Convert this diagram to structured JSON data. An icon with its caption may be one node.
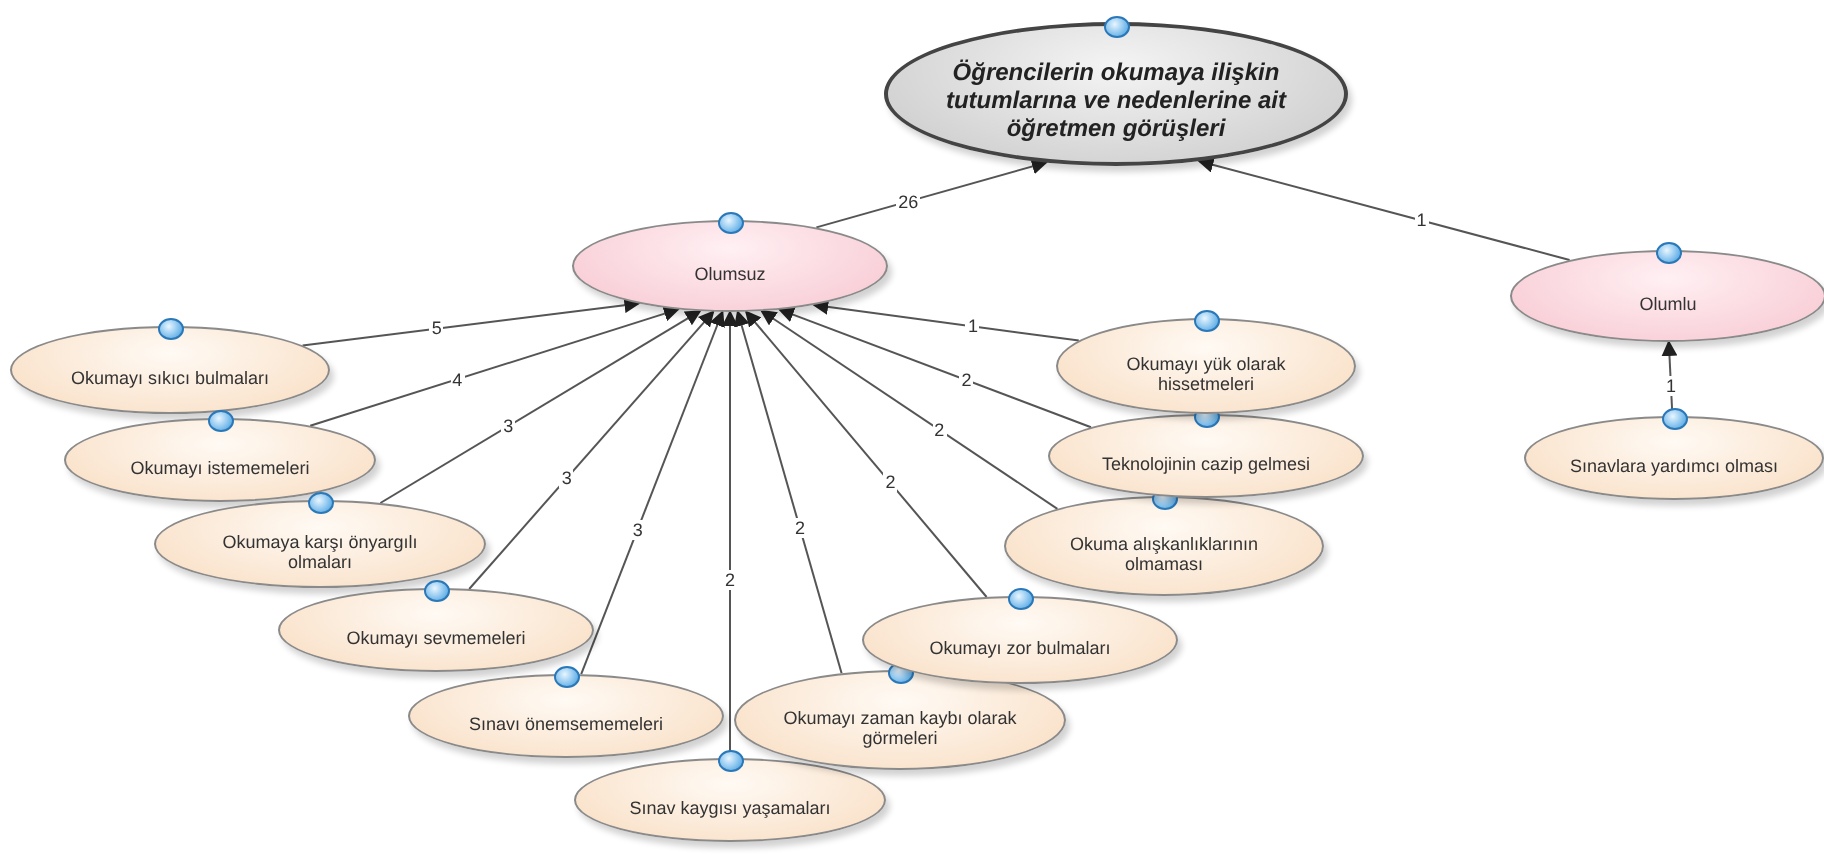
{
  "diagram": {
    "nodes": [
      {
        "text": [
          "Öğrencilerin okumaya ilişkin tutumlarına ve nedenlerine ait öğretmen görüşleri"
        ]
      },
      {
        "text": [
          "Olumsuz"
        ]
      },
      {
        "text": [
          "Olumlu"
        ]
      },
      {
        "text": [
          "Okumayı sıkıcı bulmaları"
        ]
      },
      {
        "text": [
          "Okumayı istememeleri"
        ]
      },
      {
        "text": [
          "Okumaya karşı önyargılı olmaları"
        ]
      },
      {
        "text": [
          "Okumayı sevmemeleri"
        ]
      },
      {
        "text": [
          "Sınavı önemsememeleri"
        ]
      },
      {
        "text": [
          "Sınav kaygısı yaşamaları"
        ]
      },
      {
        "text": [
          "Okumayı zaman kaybı olarak görmeleri"
        ]
      },
      {
        "text": [
          "Okumayı zor bulmaları"
        ]
      },
      {
        "text": [
          "Okuma alışkanlıklarının olmaması"
        ]
      },
      {
        "text": [
          "Teknolojinin cazip gelmesi"
        ]
      },
      {
        "text": [
          "Okumayı yük olarak hissetmeleri"
        ]
      },
      {
        "text": [
          "Sınavlara yardımcı olması"
        ]
      }
    ],
    "edges": [
      {
        "from": 1,
        "to": 0,
        "arrow": "to",
        "label": "26"
      },
      {
        "from": 2,
        "to": 0,
        "arrow": "to",
        "label": "1"
      },
      {
        "from": 3,
        "to": 1,
        "arrow": "to",
        "label": "5"
      },
      {
        "from": 4,
        "to": 1,
        "arrow": "to",
        "label": "4"
      },
      {
        "from": 5,
        "to": 1,
        "arrow": "to",
        "label": "3"
      },
      {
        "from": 6,
        "to": 1,
        "arrow": "to",
        "label": "3"
      },
      {
        "from": 7,
        "to": 1,
        "arrow": "to",
        "label": "3"
      },
      {
        "from": 8,
        "to": 1,
        "arrow": "to",
        "label": "2"
      },
      {
        "from": 9,
        "to": 1,
        "arrow": "to",
        "label": "2"
      },
      {
        "from": 10,
        "to": 1,
        "arrow": "to",
        "label": "2"
      },
      {
        "from": 11,
        "to": 1,
        "arrow": "to",
        "label": "2"
      },
      {
        "from": 12,
        "to": 1,
        "arrow": "to",
        "label": "2"
      },
      {
        "from": 13,
        "to": 1,
        "arrow": "to",
        "label": "1"
      },
      {
        "from": 14,
        "to": 2,
        "arrow": "to",
        "label": "1"
      }
    ]
  }
}
